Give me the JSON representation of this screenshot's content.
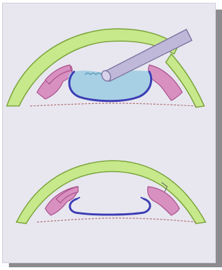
{
  "figure": {
    "panels": [
      {
        "id": "top",
        "subject": "eye-cross-section-with-instrument"
      },
      {
        "id": "bottom",
        "subject": "eye-cross-section-empty-capsule"
      }
    ]
  },
  "colors": {
    "background": "#e8e7f0",
    "shadow": "#8c8c90",
    "sclera_fill": "#c8e88c",
    "sclera_stroke": "#7ca63c",
    "iris_fill": "#d890c0",
    "iris_stroke": "#a8508c",
    "capsule_stroke": "#3c3cb4",
    "lens_fill": "#a8d0e4",
    "instrument_fill": "#c0b8d8",
    "instrument_stroke": "#7c74a0",
    "membrane_stroke": "#b07070"
  }
}
